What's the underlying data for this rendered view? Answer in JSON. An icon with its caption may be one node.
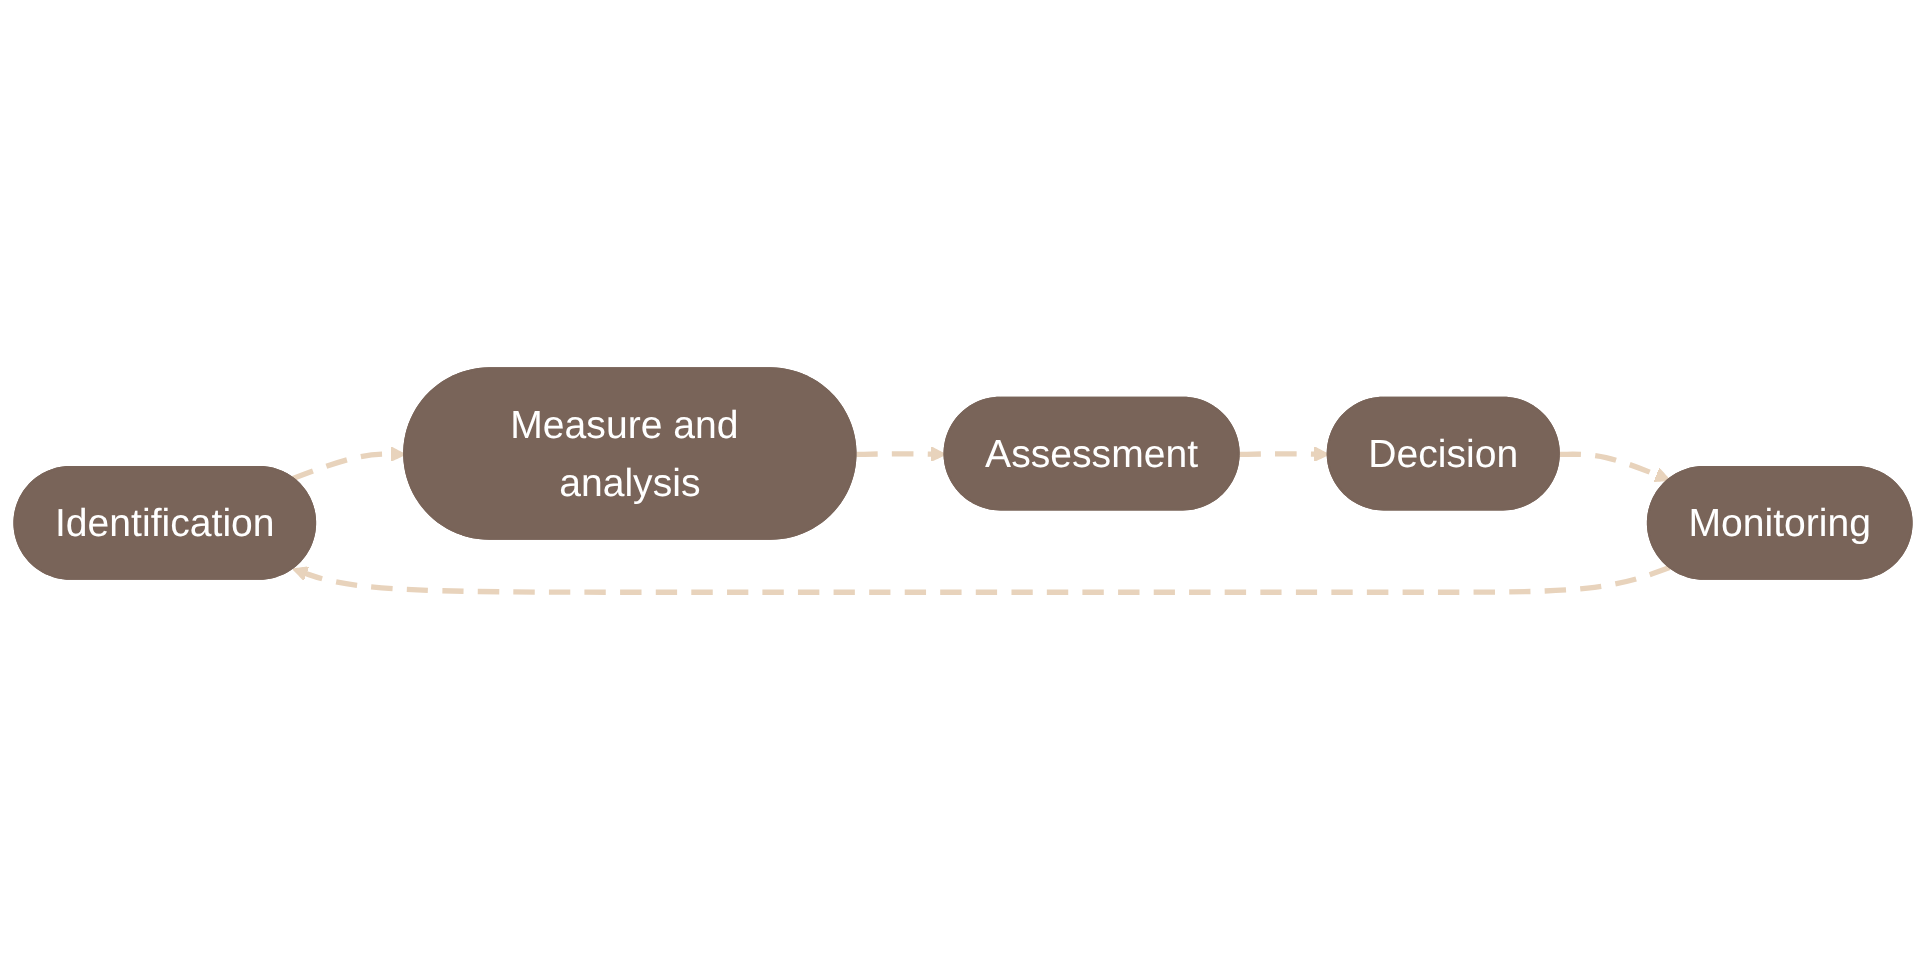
{
  "diagram": {
    "nodes": [
      {
        "text": [
          "Identification"
        ]
      },
      {
        "text": [
          "Measure and analysis"
        ]
      },
      {
        "text": [
          "Assessment"
        ]
      },
      {
        "text": [
          "Decision"
        ]
      },
      {
        "text": [
          "Monitoring"
        ]
      }
    ],
    "edges": [
      {
        "from": 0,
        "to": 1,
        "arrow": "to",
        "style": "dashed"
      },
      {
        "from": 1,
        "to": 2,
        "arrow": "to",
        "style": "dashed"
      },
      {
        "from": 2,
        "to": 3,
        "arrow": "to",
        "style": "dashed"
      },
      {
        "from": 3,
        "to": 4,
        "arrow": "to",
        "style": "dashed"
      },
      {
        "from": 4,
        "to": 0,
        "arrow": "to",
        "style": "dashed"
      }
    ]
  }
}
